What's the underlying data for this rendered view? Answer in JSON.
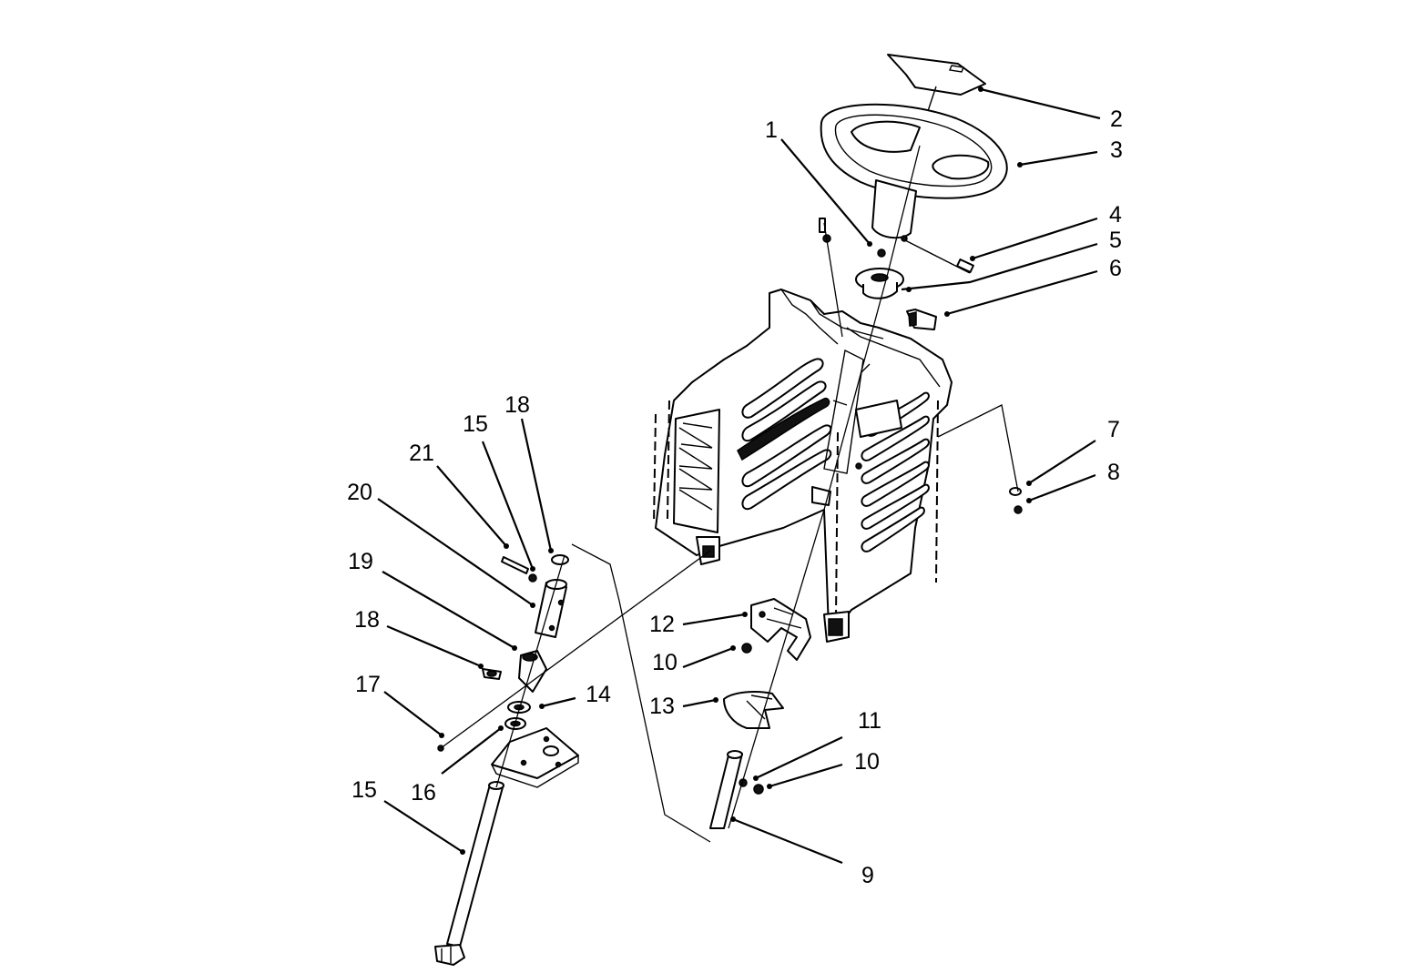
{
  "callouts": [
    {
      "id": "c1",
      "label": "1"
    },
    {
      "id": "c2",
      "label": "2"
    },
    {
      "id": "c3",
      "label": "3"
    },
    {
      "id": "c4",
      "label": "4"
    },
    {
      "id": "c5",
      "label": "5"
    },
    {
      "id": "c6",
      "label": "6"
    },
    {
      "id": "c7",
      "label": "7"
    },
    {
      "id": "c8",
      "label": "8"
    },
    {
      "id": "c9",
      "label": "9"
    },
    {
      "id": "c10a",
      "label": "10"
    },
    {
      "id": "c10b",
      "label": "10"
    },
    {
      "id": "c11",
      "label": "11"
    },
    {
      "id": "c12",
      "label": "12"
    },
    {
      "id": "c13",
      "label": "13"
    },
    {
      "id": "c14",
      "label": "14"
    },
    {
      "id": "c15a",
      "label": "15"
    },
    {
      "id": "c15b",
      "label": "15"
    },
    {
      "id": "c16",
      "label": "16"
    },
    {
      "id": "c17",
      "label": "17"
    },
    {
      "id": "c18a",
      "label": "18"
    },
    {
      "id": "c18b",
      "label": "18"
    },
    {
      "id": "c19",
      "label": "19"
    },
    {
      "id": "c20",
      "label": "20"
    },
    {
      "id": "c21",
      "label": "21"
    }
  ],
  "colors": {
    "line": "#000000",
    "background": "#ffffff"
  }
}
